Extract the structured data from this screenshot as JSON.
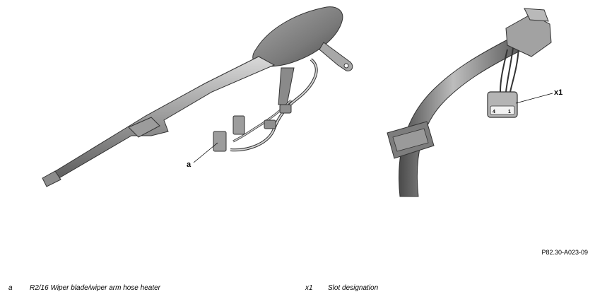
{
  "figure": {
    "callouts": [
      {
        "id": "a",
        "label": "a"
      },
      {
        "id": "x1",
        "label": "x1"
      }
    ],
    "connector_pins": {
      "left": "4",
      "right": "1"
    },
    "part_code": "P82.30-A023-09"
  },
  "legend": [
    {
      "key": "a",
      "text": "R2/16 Wiper blade/wiper arm hose heater"
    },
    {
      "key": "x1",
      "text": "Slot designation"
    }
  ]
}
